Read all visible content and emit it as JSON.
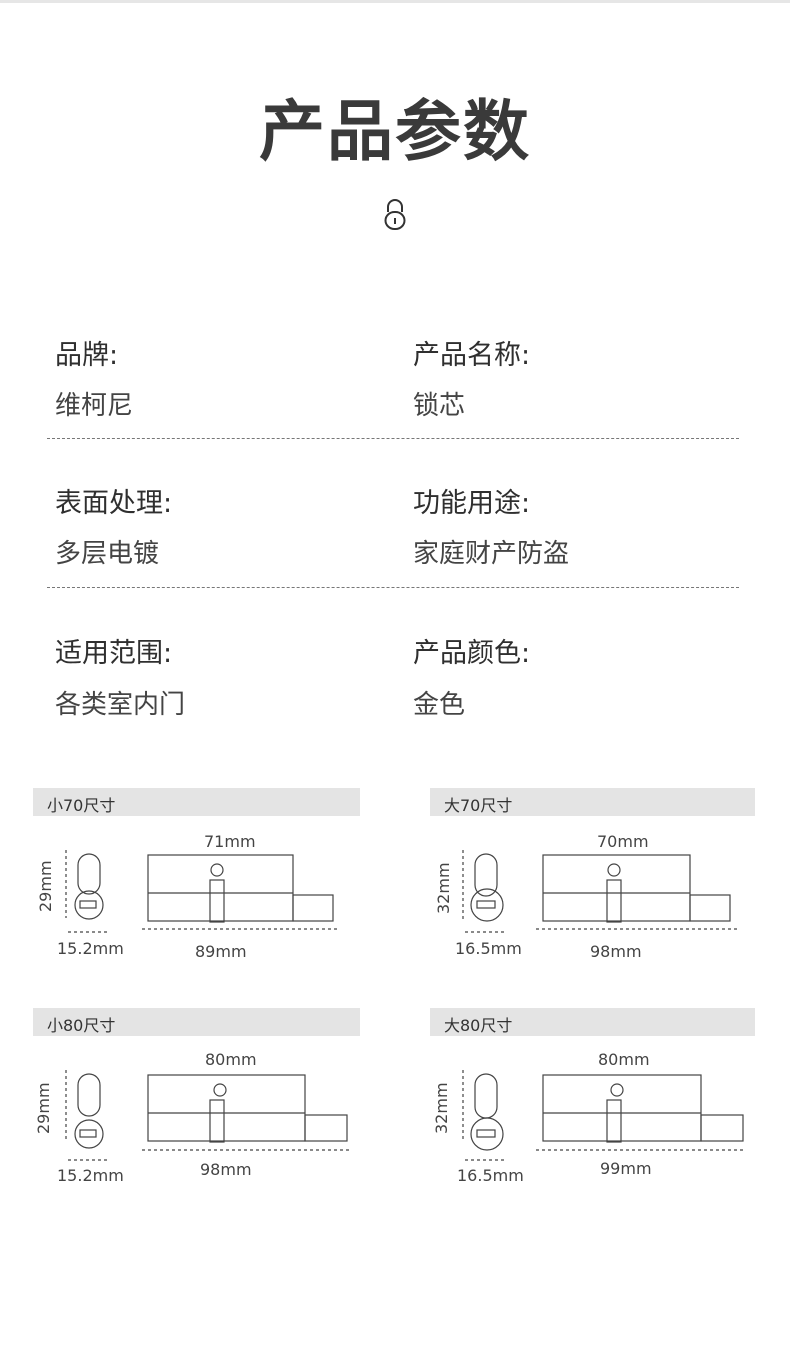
{
  "title": "产品参数",
  "icons": {
    "header": "lock-icon"
  },
  "params": [
    {
      "label": "品牌:",
      "value": "维柯尼"
    },
    {
      "label": "产品名称:",
      "value": "锁芯"
    },
    {
      "label": "表面处理:",
      "value": "多层电镀"
    },
    {
      "label": "功能用途:",
      "value": "家庭财产防盗"
    },
    {
      "label": "适用范围:",
      "value": "各类室内门"
    },
    {
      "label": "产品颜色:",
      "value": "金色"
    }
  ],
  "sizes": [
    {
      "name": "小70尺寸",
      "height": "29mm",
      "width": "15.2mm",
      "top": "71mm",
      "total": "89mm"
    },
    {
      "name": "大70尺寸",
      "height": "32mm",
      "width": "16.5mm",
      "top": "70mm",
      "total": "98mm"
    },
    {
      "name": "小80尺寸",
      "height": "29mm",
      "width": "15.2mm",
      "top": "80mm",
      "total": "98mm"
    },
    {
      "name": "大80尺寸",
      "height": "32mm",
      "width": "16.5mm",
      "top": "80mm",
      "total": "99mm"
    }
  ]
}
